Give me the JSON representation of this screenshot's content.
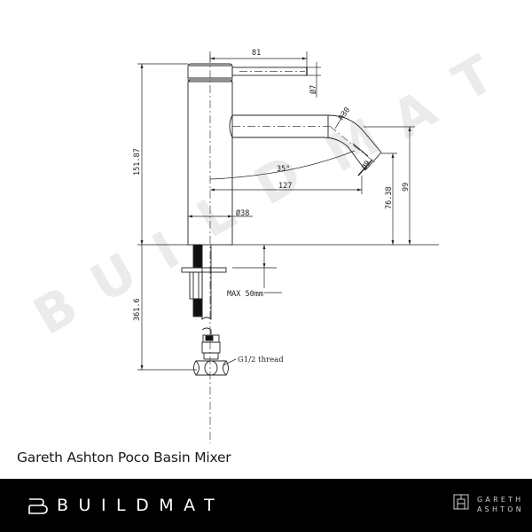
{
  "product": {
    "title": "Gareth Ashton Poco Basin Mixer"
  },
  "watermark": {
    "letters": [
      "B",
      "U",
      "I",
      "L",
      "D",
      "M",
      "A",
      "T"
    ],
    "color": "#ebebeb"
  },
  "drawing": {
    "line_color": "#222222",
    "dimensions": {
      "handle_length": "81",
      "handle_diameter": "Ø7",
      "overall_height": "151.87",
      "spout_bend_radius": "R30",
      "spout_tip_diameter": "Ø9",
      "spout_angle": "35°",
      "spout_reach": "127",
      "body_diameter": "Ø38",
      "spout_outlet_height": "76.38",
      "spout_top_height": "99",
      "max_bench_thickness": "MAX 50mm",
      "below_bench_length": "361.6",
      "connection_thread": "G1/2 thread"
    }
  },
  "footer": {
    "background": "#000000",
    "brand": "BUILDMAT",
    "partner_line1": "GARETH",
    "partner_line2": "ASHTON"
  }
}
